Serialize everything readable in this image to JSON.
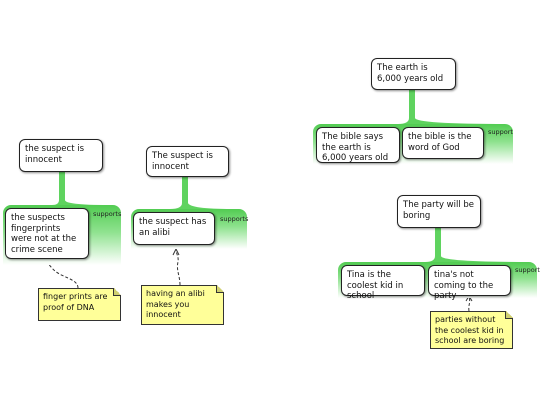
{
  "colors": {
    "band": "#5fd35f",
    "note": "#ffff99"
  },
  "maps": [
    {
      "claim": "the suspect is innocent",
      "relation": "supports",
      "premises": [
        "the suspects fingerprints were not at the crime scene"
      ],
      "note": "finger prints are proof of DNA"
    },
    {
      "claim": "The suspect is innocent",
      "relation": "supports",
      "premises": [
        "the suspect has an alibi"
      ],
      "note": "having an alibi makes you innocent"
    },
    {
      "claim": "The earth is 6,000 years old",
      "relation": "support",
      "premises": [
        "The bible says the earth is 6,000 years old",
        "the bible is the word of God"
      ]
    },
    {
      "claim": "The party will be boring",
      "relation": "support",
      "premises": [
        "Tina is the coolest kid in school",
        "tina's not coming to the party"
      ],
      "note": "parties without the coolest kid in school are boring"
    }
  ]
}
